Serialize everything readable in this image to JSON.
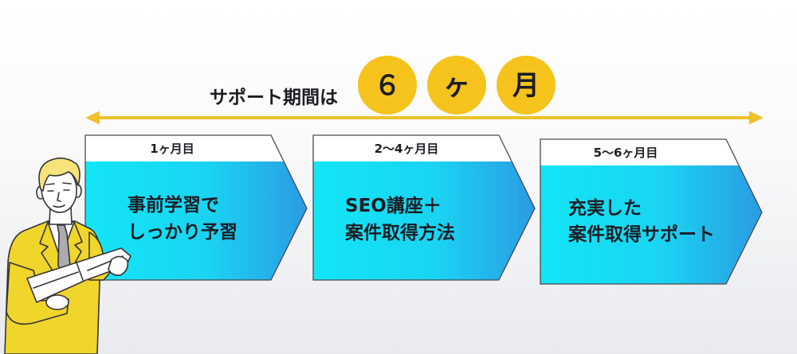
{
  "header": {
    "label": "サポート期間は",
    "duration": [
      "６",
      "ヶ",
      "月"
    ]
  },
  "steps": [
    {
      "period": "1ヶ月目",
      "lines": [
        "事前学習で",
        "しっかり予習"
      ]
    },
    {
      "period": "2〜4ヶ月目",
      "lines": [
        "SEO講座＋",
        "案件取得方法"
      ]
    },
    {
      "period": "5〜6ヶ月目",
      "lines": [
        "充実した",
        "案件取得サポート"
      ]
    }
  ],
  "icons": {
    "timeline": "double-headed-arrow-icon",
    "illustration": "businessman-reading-document-illustration"
  },
  "colors": {
    "accent_yellow": "#F5C31B",
    "step_gradient_start": "#12E6F5",
    "step_gradient_end": "#2B9BE3",
    "step_header": "#FFFFFF",
    "jacket_yellow": "#F0D52B"
  }
}
